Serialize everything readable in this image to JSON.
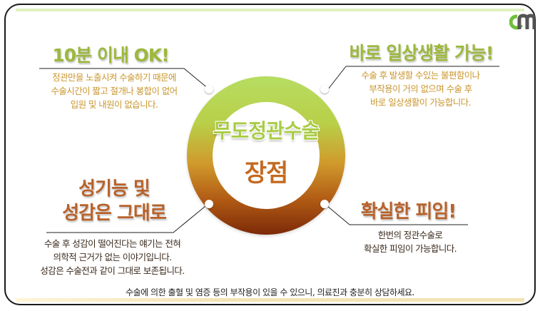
{
  "center": {
    "title": "무도정관수술",
    "subtitle": "장점"
  },
  "benefits": [
    {
      "heading": "10분 이내 OK!",
      "lines": [
        "정관만을 노출시켜 수술하기 때문에",
        "수술시간이 짧고 절개나 봉합이 없어",
        "입원 및 내원이 없습니다."
      ]
    },
    {
      "heading": "바로 일상생활 가능!",
      "lines": [
        "수술 후 발생할 수있는 불편함이나",
        "부작용이 거의 없으며 수술 후",
        "바로 일상생활이 가능합니다."
      ]
    },
    {
      "heading_lines": [
        "성기능 및",
        "성감은 그대로"
      ],
      "lines": [
        "수술 후 성감이 떨어진다는 얘기는 전혀",
        "의학적 근거가 없는 이야기입니다.",
        "성감은 수술전과 같이 그대로 보존됩니다."
      ]
    },
    {
      "heading": "확실한 피임!",
      "lines": [
        "한번의 정관수술로",
        "확실한 피임이 가능합니다."
      ]
    }
  ],
  "footer": {
    "note": "수술에 의한 출혈 및 염증 등의 부작용이 있을 수 있으니, 의료진과 충분히 상담하세요."
  },
  "colors": {
    "green_accent": "#9db83c",
    "brown_accent": "#b8622a",
    "gold_text": "#c9962e",
    "logo_green": "#6fbf3a",
    "logo_gray": "#555555"
  },
  "logo": {
    "icon": "om-logo-icon"
  }
}
